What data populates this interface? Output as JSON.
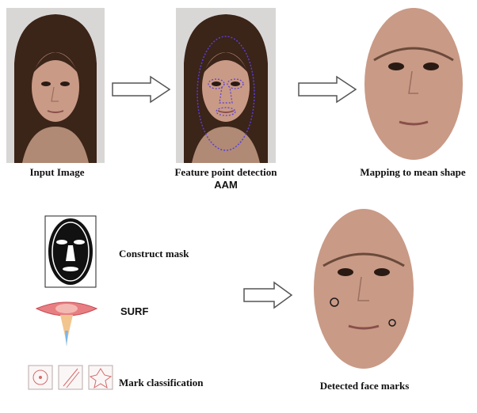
{
  "steps": {
    "input_image": "Input Image",
    "feature_detection": "Feature point detection",
    "feature_detection_sub": "AAM",
    "mapping": "Mapping to mean shape",
    "construct_mask": "Construct mask",
    "surf": "SURF",
    "mark_classification": "Mark classification",
    "detected": "Detected face marks"
  },
  "colors": {
    "skin": "#c99a86",
    "hair": "#3b2418",
    "landmark": "#5a3fd6",
    "mark_circle": "#1a1a1a",
    "arrow_outline": "#555555"
  },
  "icons": [
    "mask-icon",
    "surf-blob-icon",
    "classification-icons"
  ]
}
